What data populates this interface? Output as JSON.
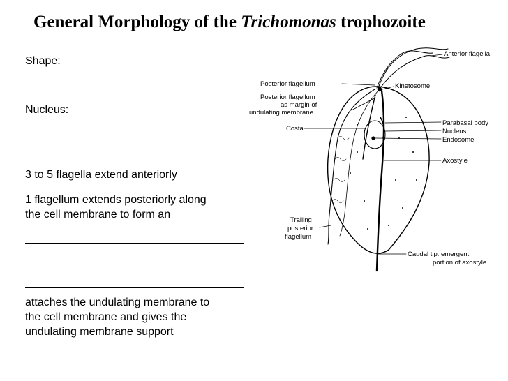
{
  "slide": {
    "title_prefix": "General Morphology of the ",
    "title_italic": "Trichomonas",
    "title_suffix": " trophozoite",
    "shape_label": "Shape:",
    "nucleus_label": "Nucleus:",
    "flagella_text": "3 to 5 flagella extend anteriorly",
    "posterior_line1": "1 flagellum extends posteriorly along",
    "posterior_line2": "the cell membrane to form an",
    "costa_line1": "attaches the undulating membrane to",
    "costa_line2": "the cell membrane and gives the",
    "costa_line3": "undulating membrane support"
  },
  "diagram": {
    "labels": {
      "anterior_flagella": "Anterior flagella",
      "kinetosome": "Kinetosome",
      "posterior_flagellum": "Posterior flagellum",
      "posterior_margin_1": "Posterior flagellum",
      "posterior_margin_2": "as margin of",
      "posterior_margin_3": "undulating membrane",
      "costa": "Costa",
      "parabasal_body": "Parabasal body",
      "nucleus": "Nucleus",
      "endosome": "Endosome",
      "axostyle": "Axostyle",
      "trailing_1": "Trailing",
      "trailing_2": "posterior",
      "trailing_3": "flagellum",
      "caudal_1": "Caudal tip: emergent",
      "caudal_2": "portion of axostyle"
    }
  }
}
